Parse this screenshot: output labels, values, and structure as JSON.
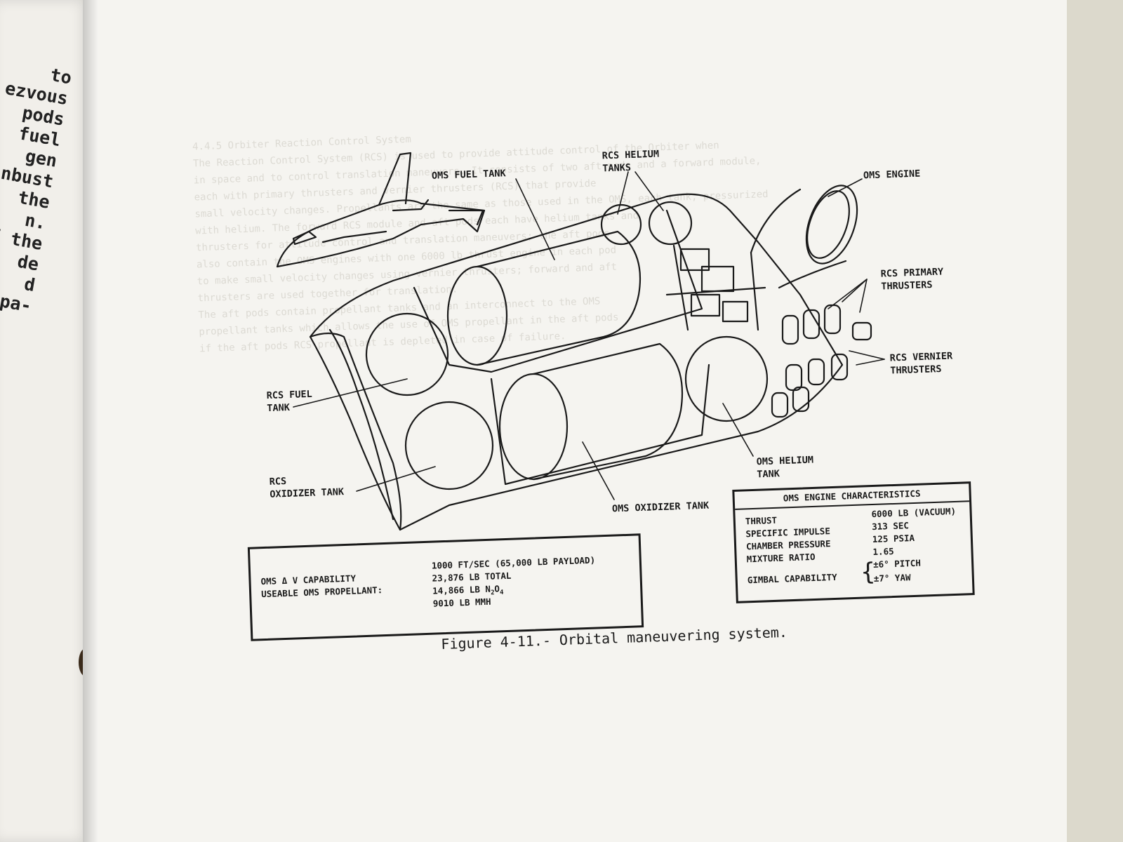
{
  "left_page": {
    "lines": [
      "to",
      "ezvous",
      "pods",
      "fuel",
      "gen",
      "nbust",
      "the",
      "n.",
      "f the",
      "de",
      "d",
      "pa-"
    ]
  },
  "bleed_through": [
    "4.4.5 Orbiter Reaction Control System",
    "The Reaction Control System (RCS) is used to provide attitude control of the Orbiter when",
    "in space and to control translation maneuvers. It consists of two aft pods and a forward module,",
    "each with primary thrusters and vernier thrusters (RCS) that provide",
    "small velocity changes. Propellants are the same as those used in the OMS, each tank, pressurized",
    "with helium. The forward RCS module and aft pods each have helium tanks and",
    "thrusters for attitude control and translation maneuvers; the aft pods",
    "also contain the OMS engines with one 6000 lb thrust engine in each pod",
    "to make small velocity changes using vernier thrusters; forward and aft",
    "thrusters are used together for translation.",
    "",
    "The aft pods contain propellant tanks and an interconnect to the OMS",
    "propellant tanks which allows the use of OMS propellant in the aft pods",
    "if the aft pods RCS propellant is depleted in case of failure."
  ],
  "figure": {
    "caption": "Figure 4-11.- Orbital maneuvering system.",
    "labels": {
      "oms_fuel_tank": "OMS FUEL TANK",
      "rcs_helium_tanks": [
        "RCS HELIUM",
        "TANKS"
      ],
      "oms_engine": "OMS ENGINE",
      "rcs_primary_thrusters": [
        "RCS PRIMARY",
        "THRUSTERS"
      ],
      "rcs_vernier_thrusters": [
        "RCS VERNIER",
        "THRUSTERS"
      ],
      "rcs_fuel_tank": [
        "RCS FUEL",
        "TANK"
      ],
      "rcs_oxidizer_tank": [
        "RCS",
        "OXIDIZER TANK"
      ],
      "oms_oxidizer_tank": "OMS OXIDIZER TANK",
      "oms_helium_tank": [
        "OMS HELIUM",
        "TANK"
      ]
    }
  },
  "characteristics": {
    "title": "OMS ENGINE CHARACTERISTICS",
    "rows": [
      {
        "label": "THRUST",
        "value": "6000 LB (VACUUM)"
      },
      {
        "label": "SPECIFIC IMPULSE",
        "value": "313 SEC"
      },
      {
        "label": "CHAMBER PRESSURE",
        "value": "125 PSIA"
      },
      {
        "label": "MIXTURE RATIO",
        "value": "1.65"
      }
    ],
    "gimbal": {
      "label": "GIMBAL CAPABILITY",
      "brace": "{",
      "pitch": "±6° PITCH",
      "yaw": "±7° YAW"
    }
  },
  "capability": {
    "rows": [
      {
        "label": "OMS Δ V CAPABILITY"
      },
      {
        "label": "USEABLE OMS PROPELLANT:"
      }
    ],
    "values": [
      "1000 FT/SEC (65,000 LB PAYLOAD)",
      "23,876 LB TOTAL",
      "9010 LB MMH"
    ],
    "n2o4": {
      "prefix": "14,866 LB N",
      "sub1": "2",
      "mid": "O",
      "sub2": "4"
    }
  }
}
